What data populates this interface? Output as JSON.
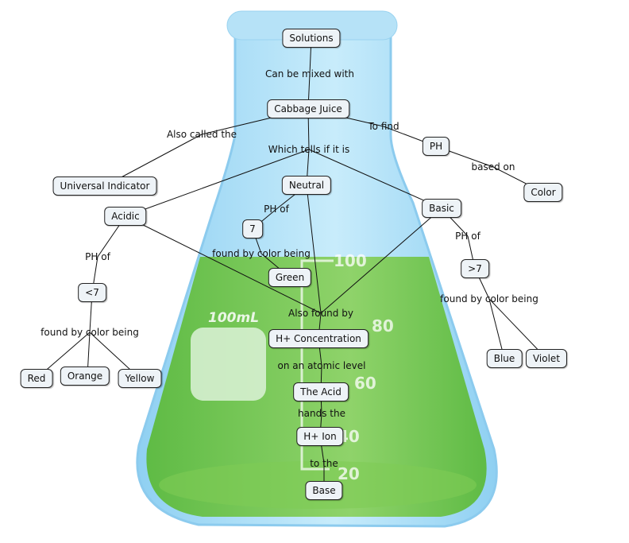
{
  "colors": {
    "glass": "#a9dcf5",
    "glass_edge": "#7cc6ee",
    "liquid": "#6cc24a",
    "liquid_light": "#9bd672",
    "node_bg": "#eef3f7"
  },
  "flask": {
    "volume_label": "100mL",
    "graduations": [
      "100",
      "80",
      "60",
      "40",
      "20"
    ]
  },
  "nodes": {
    "solutions": "Solutions",
    "cabbage_juice": "Cabbage Juice",
    "ph": "PH",
    "color": "Color",
    "universal_indicator": "Universal Indicator",
    "neutral": "Neutral",
    "acidic": "Acidic",
    "basic": "Basic",
    "seven": "7",
    "green": "Green",
    "less_than_7": "<7",
    "red": "Red",
    "orange": "Orange",
    "yellow": "Yellow",
    "greater_than_7": ">7",
    "blue": "Blue",
    "violet": "Violet",
    "h_concentration": "H+ Concentration",
    "the_acid": "The Acid",
    "h_ion": "H+ Ion",
    "base": "Base"
  },
  "links": {
    "can_be_mixed_with": "Can be mixed with",
    "also_called_the": "Also called the",
    "to_find": "To find",
    "based_on": "based on",
    "which_tells_if_it_is": "Which tells if it is",
    "ph_of_neutral": "PH of",
    "found_by_color_neutral": "found by color being",
    "ph_of_acidic": "PH of",
    "found_by_color_acidic": "found by color being",
    "ph_of_basic": "PH of",
    "found_by_color_basic": "found by color being",
    "also_found_by": "Also found by",
    "on_an_atomic_level": "on an atomic level",
    "hands_the": "hands the",
    "to_the": "to the"
  }
}
